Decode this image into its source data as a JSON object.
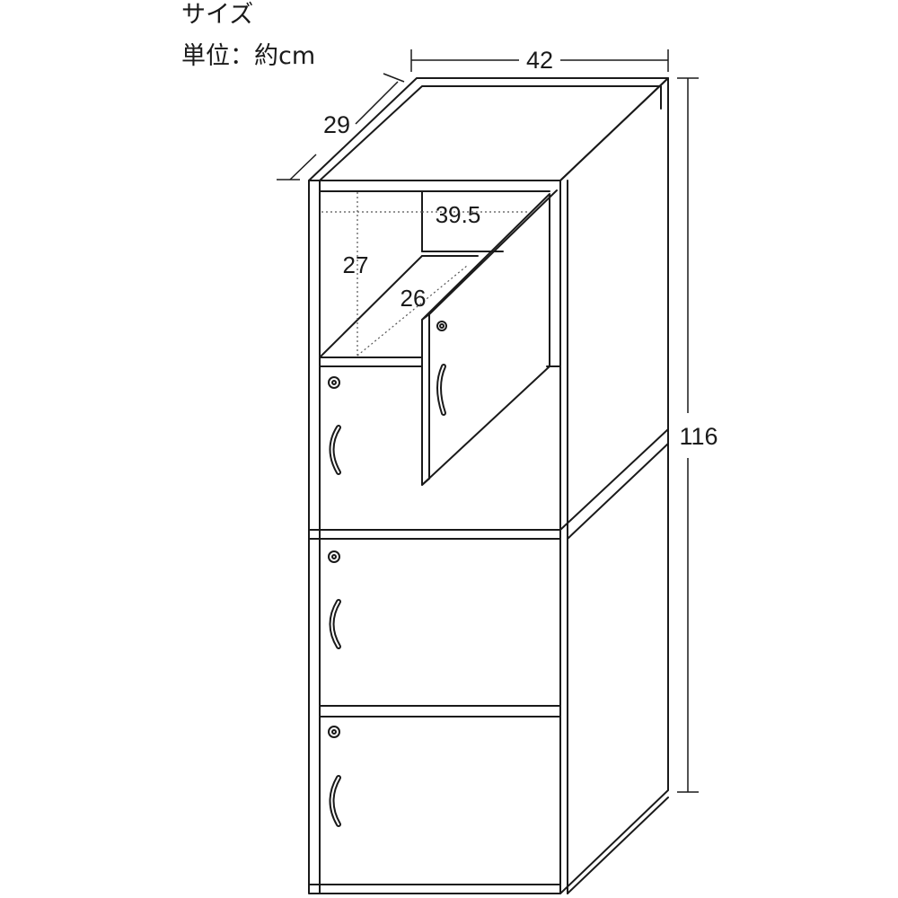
{
  "header": {
    "title": "サイズ",
    "unit": "単位：約cm"
  },
  "dimensions": {
    "width": "42",
    "depth": "29",
    "height": "116",
    "inner_width": "39.5",
    "inner_height": "27",
    "inner_depth": "26"
  },
  "colors": {
    "line": "#1a1a1a",
    "background": "#ffffff"
  }
}
